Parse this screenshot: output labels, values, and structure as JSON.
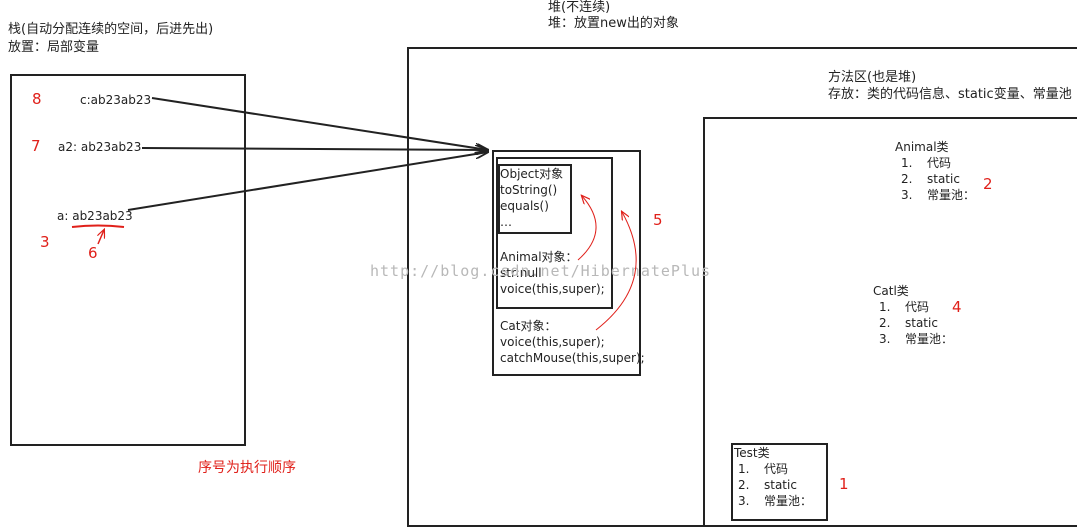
{
  "stack": {
    "title": "栈(自动分配连续的空间，后进先出)",
    "subtitle": "放置：局部变量",
    "vars": {
      "c": "c:ab23ab23",
      "a2": "a2: ab23ab23",
      "a": "a: ab23ab23"
    }
  },
  "heap": {
    "title": "堆(不连续)",
    "subtitle": "堆：放置new出的对象"
  },
  "method_area": {
    "title": "方法区(也是堆)",
    "subtitle": "存放：类的代码信息、static变量、常量池",
    "animal": {
      "title": "Animal类",
      "items": [
        {
          "num": "1.",
          "label": "代码"
        },
        {
          "num": "2.",
          "label": "static"
        },
        {
          "num": "3.",
          "label": "常量池："
        }
      ]
    },
    "cat": {
      "title": "Catl类",
      "items": [
        {
          "num": "1.",
          "label": "代码"
        },
        {
          "num": "2.",
          "label": "static"
        },
        {
          "num": "3.",
          "label": "常量池："
        }
      ]
    },
    "test": {
      "title": "Test类",
      "items": [
        {
          "num": "1.",
          "label": "代码"
        },
        {
          "num": "2.",
          "label": "static"
        },
        {
          "num": "3.",
          "label": "常量池："
        }
      ]
    }
  },
  "objects": {
    "object_obj": {
      "title": "Object对象",
      "lines": [
        "toString()",
        "equals()",
        "…"
      ]
    },
    "animal_obj": {
      "title": "Animal对象：",
      "lines": [
        "str:null",
        "voice(this,super);"
      ]
    },
    "cat_obj": {
      "title": "Cat对象：",
      "lines": [
        "voice(this,super);",
        "catchMouse(this,super);"
      ]
    }
  },
  "order_labels": {
    "n1": "1",
    "n2": "2",
    "n3": "3",
    "n4": "4",
    "n5": "5",
    "n6": "6",
    "n7": "7",
    "n8": "8"
  },
  "note": "序号为执行顺序",
  "watermark": "http://blog.csdn.net/HibernatePlus",
  "colors": {
    "line": "#222222",
    "annotation": "#e0201a",
    "watermark": "#b8b8b8"
  }
}
